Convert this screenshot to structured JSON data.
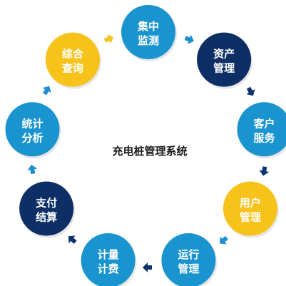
{
  "title": "充电桩管理系统",
  "colors": {
    "light_blue": "#1a94cf",
    "dark_navy": "#0d2f66",
    "yellow": "#f7c21a",
    "arrow_light_blue": "#1d8fd0",
    "arrow_dark": "#0e3470",
    "arrow_yellow": "#f3c31d"
  },
  "nodes": [
    {
      "line1": "集中",
      "line2": "监测",
      "color": "light_blue"
    },
    {
      "line1": "资产",
      "line2": "管理",
      "color": "dark_navy"
    },
    {
      "line1": "客户",
      "line2": "服务",
      "color": "light_blue"
    },
    {
      "line1": "用户",
      "line2": "管理",
      "color": "yellow"
    },
    {
      "line1": "运行",
      "line2": "管理",
      "color": "light_blue"
    },
    {
      "line1": "计量",
      "line2": "计费",
      "color": "light_blue"
    },
    {
      "line1": "支付",
      "line2": "结算",
      "color": "dark_navy"
    },
    {
      "line1": "统计",
      "line2": "分析",
      "color": "light_blue"
    },
    {
      "line1": "综合",
      "line2": "查询",
      "color": "yellow"
    }
  ],
  "arrows": [
    {
      "color": "arrow_light_blue"
    },
    {
      "color": "arrow_dark"
    },
    {
      "color": "arrow_dark"
    },
    {
      "color": "arrow_light_blue"
    },
    {
      "color": "arrow_dark"
    },
    {
      "color": "arrow_dark"
    },
    {
      "color": "arrow_light_blue"
    },
    {
      "color": "arrow_light_blue"
    },
    {
      "color": "arrow_yellow"
    }
  ]
}
